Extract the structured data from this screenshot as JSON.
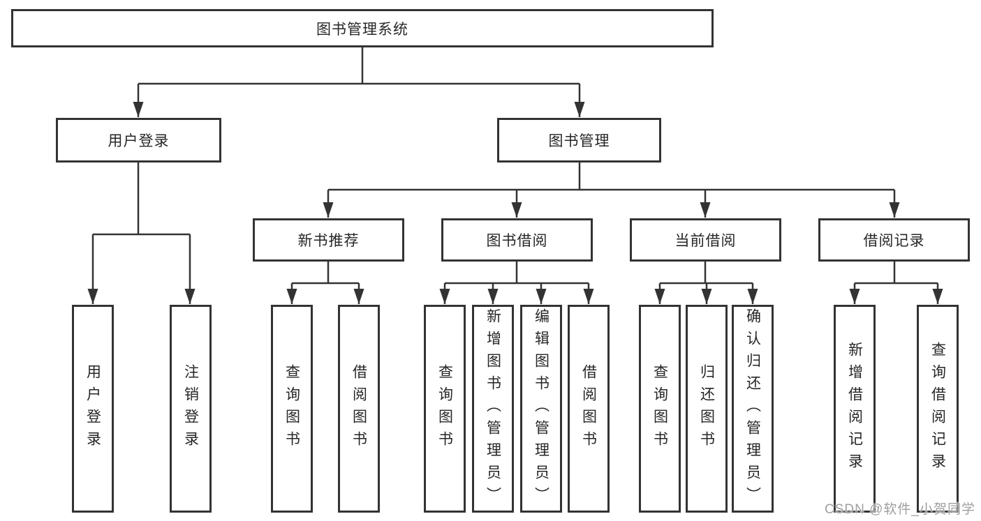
{
  "diagram": {
    "type": "hierarchy-tree",
    "title": "图书管理系统",
    "colors": {
      "background": "#ffffff",
      "box_border": "#333333",
      "connector_line": "#333333",
      "text": "#262626",
      "watermark_text": "#9e9e9e"
    }
  },
  "nodes": {
    "root": {
      "label": "图书管理系统"
    },
    "level2": [
      {
        "label": "用户登录"
      },
      {
        "label": "图书管理"
      }
    ],
    "level3": [
      {
        "label": "新书推荐"
      },
      {
        "label": "图书借阅"
      },
      {
        "label": "当前借阅"
      },
      {
        "label": "借阅记录"
      }
    ],
    "leaves": {
      "user_login": [
        {
          "label": "用户登录"
        },
        {
          "label": "注销登录"
        }
      ],
      "new_book_recommend": [
        {
          "label": "查询图书"
        },
        {
          "label": "借阅图书"
        }
      ],
      "book_borrow": [
        {
          "label": "查询图书"
        },
        {
          "label": "新增图书（管理员）"
        },
        {
          "label": "编辑图书（管理员）"
        },
        {
          "label": "借阅图书"
        }
      ],
      "current_borrow": [
        {
          "label": "查询图书"
        },
        {
          "label": "归还图书"
        },
        {
          "label": "确认归还（管理员）"
        }
      ],
      "borrow_records": [
        {
          "label": "新增借阅记录"
        },
        {
          "label": "查询借阅记录"
        }
      ]
    }
  },
  "watermark": {
    "text": "CSDN @软件_小贺同学"
  }
}
